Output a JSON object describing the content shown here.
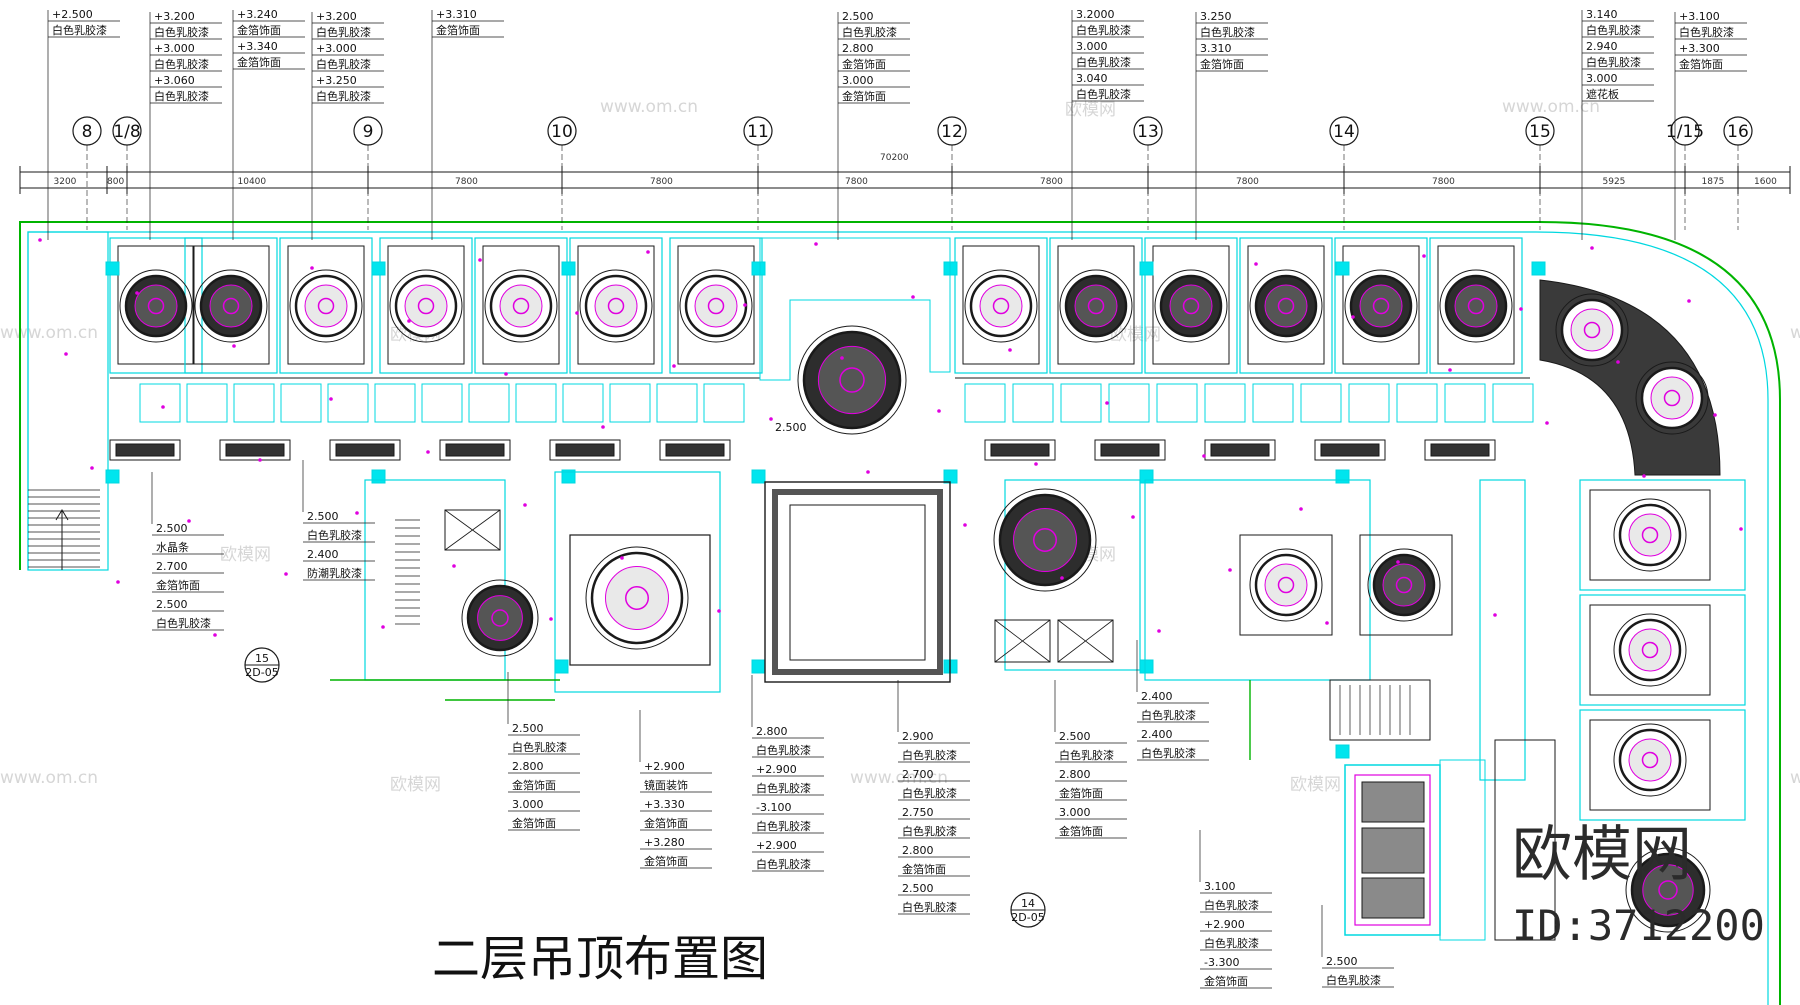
{
  "drawing": {
    "title": "二层吊顶布置图",
    "overall_dimension": "70200",
    "colors": {
      "wall": "#00b400",
      "room": "#00d8e0",
      "fixture": "#e000e0",
      "line": "#1a1a1a",
      "accent_fill": "#00e5ee"
    },
    "grid_axes": [
      {
        "label": "8"
      },
      {
        "label": "1/8"
      },
      {
        "label": "9"
      },
      {
        "label": "10"
      },
      {
        "label": "11"
      },
      {
        "label": "12"
      },
      {
        "label": "13"
      },
      {
        "label": "14"
      },
      {
        "label": "15"
      },
      {
        "label": "1/15"
      },
      {
        "label": "16"
      }
    ],
    "spans": [
      "3200",
      "800",
      "10400",
      "7800",
      "7800",
      "7800",
      "7800",
      "7800",
      "7800",
      "5925",
      "1875",
      "1600"
    ],
    "section_markers": [
      {
        "num": "15",
        "sheet": "2D-05"
      },
      {
        "num": "14",
        "sheet": "2D-05"
      }
    ],
    "top_annotations": [
      {
        "lines": [
          "+2.500",
          "白色乳胶漆"
        ]
      },
      {
        "lines": [
          "+3.200",
          "白色乳胶漆",
          "+3.000",
          "白色乳胶漆",
          "+3.060",
          "白色乳胶漆"
        ]
      },
      {
        "lines": [
          "+3.240",
          "金箔饰面",
          "+3.340",
          "金箔饰面"
        ]
      },
      {
        "lines": [
          "+3.200",
          "白色乳胶漆",
          "+3.000",
          "白色乳胶漆",
          "+3.250",
          "白色乳胶漆"
        ]
      },
      {
        "lines": [
          "+3.310",
          "金箔饰面"
        ]
      },
      {
        "lines": [
          "2.500",
          "白色乳胶漆",
          "2.800",
          "金箔饰面",
          "3.000",
          "金箔饰面"
        ]
      },
      {
        "lines": [
          "3.2000",
          "白色乳胶漆",
          "3.000",
          "白色乳胶漆",
          "3.040",
          "白色乳胶漆"
        ]
      },
      {
        "lines": [
          "3.250",
          "白色乳胶漆",
          "3.310",
          "金箔饰面"
        ]
      },
      {
        "lines": [
          "3.140",
          "白色乳胶漆",
          "2.940",
          "白色乳胶漆",
          "3.000",
          "遮花板"
        ]
      },
      {
        "lines": [
          "+3.100",
          "白色乳胶漆",
          "+3.300",
          "金箔饰面"
        ]
      }
    ],
    "bottom_annotations": [
      {
        "lines": [
          "2.500",
          "水晶条",
          "2.700",
          "金箔饰面",
          "2.500",
          "白色乳胶漆"
        ]
      },
      {
        "lines": [
          "2.500",
          "白色乳胶漆",
          "2.400",
          "防潮乳胶漆"
        ]
      },
      {
        "lines": [
          "2.500",
          "白色乳胶漆",
          "2.800",
          "金箔饰面",
          "3.000",
          "金箔饰面"
        ]
      },
      {
        "lines": [
          "+2.900",
          "镜面装饰",
          "+3.330",
          "金箔饰面",
          "+3.280",
          "金箔饰面"
        ]
      },
      {
        "lines": [
          "2.800",
          "白色乳胶漆",
          "+2.900",
          "白色乳胶漆",
          "-3.100",
          "白色乳胶漆",
          "+2.900",
          "白色乳胶漆"
        ]
      },
      {
        "lines": [
          "2.900",
          "白色乳胶漆",
          "2.700",
          "白色乳胶漆",
          "2.750",
          "白色乳胶漆",
          "2.800",
          "金箔饰面",
          "2.500",
          "白色乳胶漆"
        ]
      },
      {
        "lines": [
          "2.500",
          "白色乳胶漆",
          "2.800",
          "金箔饰面",
          "3.000",
          "金箔饰面"
        ]
      },
      {
        "lines": [
          "2.400",
          "白色乳胶漆",
          "2.400",
          "白色乳胶漆"
        ]
      },
      {
        "lines": [
          "3.100",
          "白色乳胶漆",
          "+2.900",
          "白色乳胶漆",
          "-3.300",
          "金箔饰面"
        ]
      },
      {
        "lines": [
          "2.500",
          "白色乳胶漆"
        ]
      }
    ],
    "inline_label": "2.500",
    "watermark_text": "www.om.cn",
    "watermark_cn": "欧模网",
    "logo_text": "欧模网",
    "logo_id": "ID:3712200"
  }
}
